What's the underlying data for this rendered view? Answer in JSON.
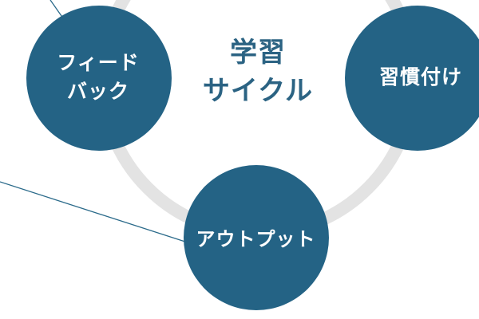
{
  "colors": {
    "node_fill": "#246385",
    "ring": "#e3e3e3",
    "title_text": "#2b6383",
    "connector_line": "#2a6a8a",
    "label_text": "#ffffff"
  },
  "diagram": {
    "title_lines": [
      "学習",
      "サイクル"
    ],
    "nodes": [
      {
        "id": "feedback",
        "label_lines": [
          "フィード",
          "バック"
        ]
      },
      {
        "id": "habit",
        "label_lines": [
          "習慣付け"
        ]
      },
      {
        "id": "output",
        "label_lines": [
          "アウトプット"
        ]
      }
    ]
  }
}
